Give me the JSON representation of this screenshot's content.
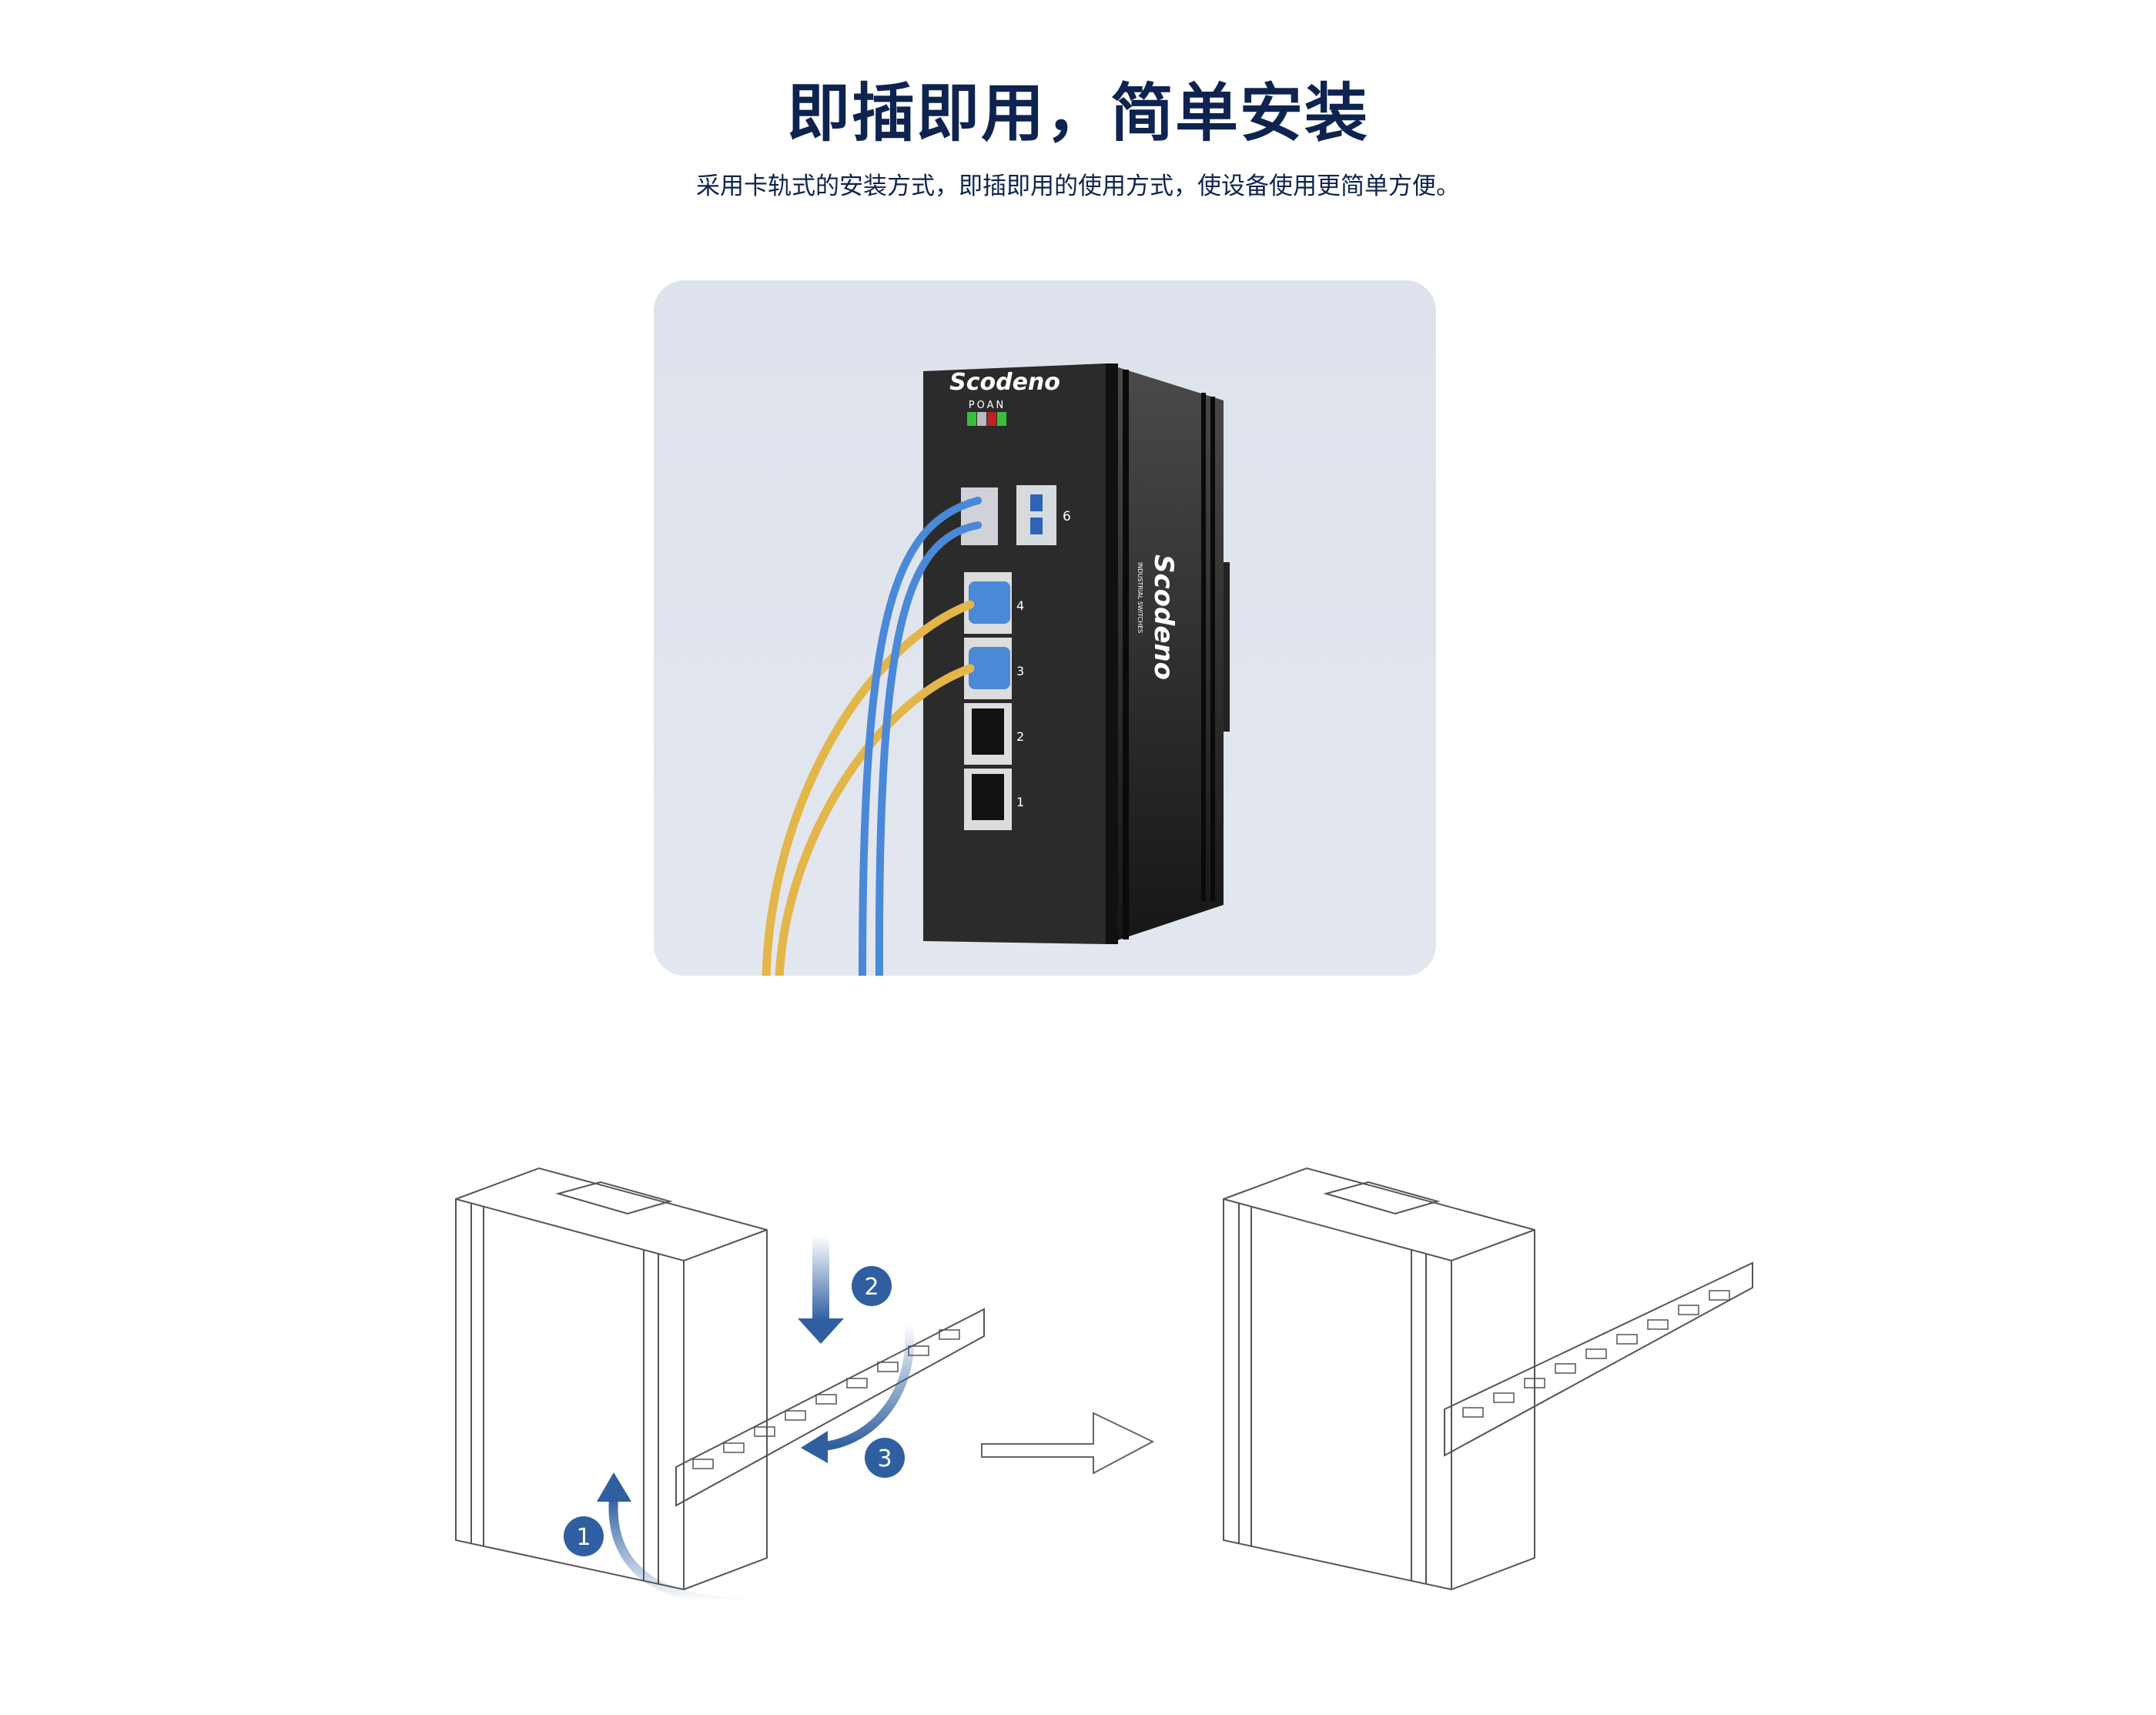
{
  "header": {
    "title": "即插即用，简单安装",
    "subtitle": "采用卡轨式的安装方式，即插即用的使用方式，使设备使用更简单方便。"
  },
  "product": {
    "brand": "Scodeno",
    "led_labels": "POAN",
    "side_brand": "Scodeno",
    "side_tagline": "INDUSTRIAL SWITCHES",
    "port_labels": [
      "6",
      "4",
      "3",
      "2",
      "1"
    ]
  },
  "installation": {
    "steps": [
      "1",
      "2",
      "3"
    ]
  },
  "colors": {
    "title": "#0e2350",
    "panel_bg": "#dfe3ec",
    "step_badge": "#2f5fa0",
    "device": "#2a2a2a",
    "fiber_cable": "#e3b64a",
    "ethernet_cable": "#4a88d8"
  }
}
